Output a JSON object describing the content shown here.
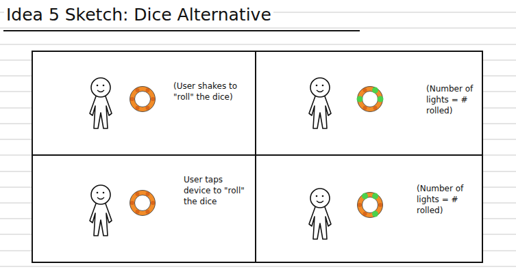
{
  "diagram": {
    "title": "Idea 5 Sketch: Dice Alternative",
    "nodes": [
      {
        "text": [
          "(User shakes to \"roll\" the dice)"
        ]
      },
      {
        "text": [
          "(Number of lights = # rolled)"
        ]
      },
      {
        "text": [
          "User taps device to \"roll\" the dice"
        ]
      },
      {
        "text": [
          "(Number of lights = # rolled)"
        ]
      }
    ]
  }
}
